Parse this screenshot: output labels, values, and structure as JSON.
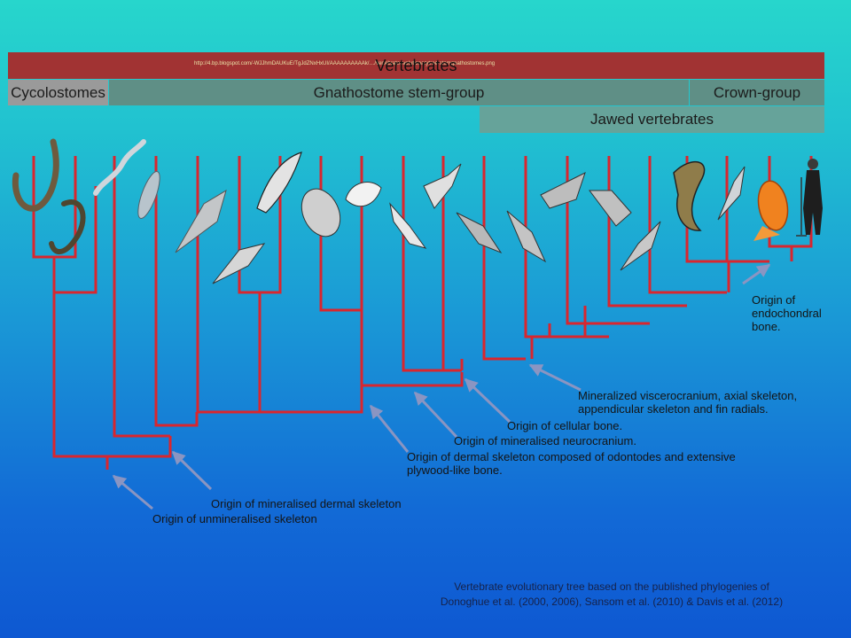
{
  "header": {
    "vertebrates": "Vertebrates",
    "source_url": "http://4.bp.blogspot.com/-WJJhmDAUKuE/TgJdZNxHxUI/AAAAAAAAAAk/…/vertebrateevolutionarytree-stemgnathostomes.png"
  },
  "groups": {
    "cyclostomes": "Cycolostomes",
    "gnathostome_stem": "Gnathostome stem-group",
    "crown_group": "Crown-group",
    "jawed_vertebrates": "Jawed vertebrates"
  },
  "annotations": {
    "endochondral": [
      "Origin of",
      "endochondral",
      "bone."
    ],
    "viscerocranium": [
      "Mineralized viscerocranium, axial skeleton,",
      "appendicular  skeleton and fin radials."
    ],
    "cellular_bone": "Origin of cellular bone.",
    "neurocranium": "Origin of mineralised neurocranium.",
    "dermal_odontodes": [
      "Origin of dermal skeleton composed of odontodes and extensive",
      "plywood-like  bone."
    ],
    "dermal_skeleton": "Origin of mineralised dermal skeleton",
    "unmineralised": "Origin of unmineralised skeleton"
  },
  "caption": {
    "line1": "Vertebrate evolutionary tree based on the published phylogenies of",
    "line2": "Donoghue et al. (2000, 2006), Sansom et al. (2010) & Davis et al. (2012)"
  },
  "colors": {
    "tree_red": "#d9262e",
    "arrow": "#8a95c2",
    "vertebrates_band": "#a13333",
    "cyclostome_band": "#9a9a9a",
    "stem_band": "#5f8f86",
    "jawed_band": "#66a39a"
  }
}
